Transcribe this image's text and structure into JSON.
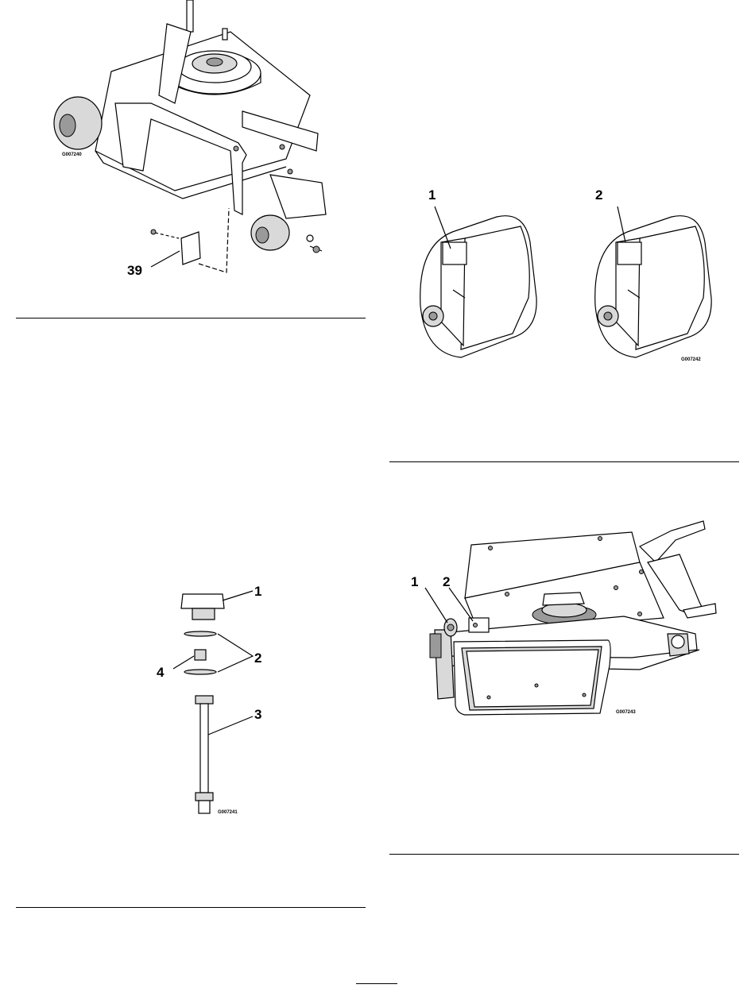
{
  "figures": {
    "deck_bracket": {
      "id": "G007240",
      "callouts": {
        "c39": "39"
      }
    },
    "pin_assembly": {
      "id": "G007241",
      "callouts": {
        "c1": "1",
        "c2": "2",
        "c3": "3",
        "c4": "4"
      }
    },
    "chute_positions": {
      "id": "G007242",
      "callouts": {
        "c1": "1",
        "c2": "2"
      }
    },
    "mower_deck_side": {
      "id": "G007243",
      "callouts": {
        "c1": "1",
        "c2": "2"
      }
    }
  },
  "page_number": ""
}
